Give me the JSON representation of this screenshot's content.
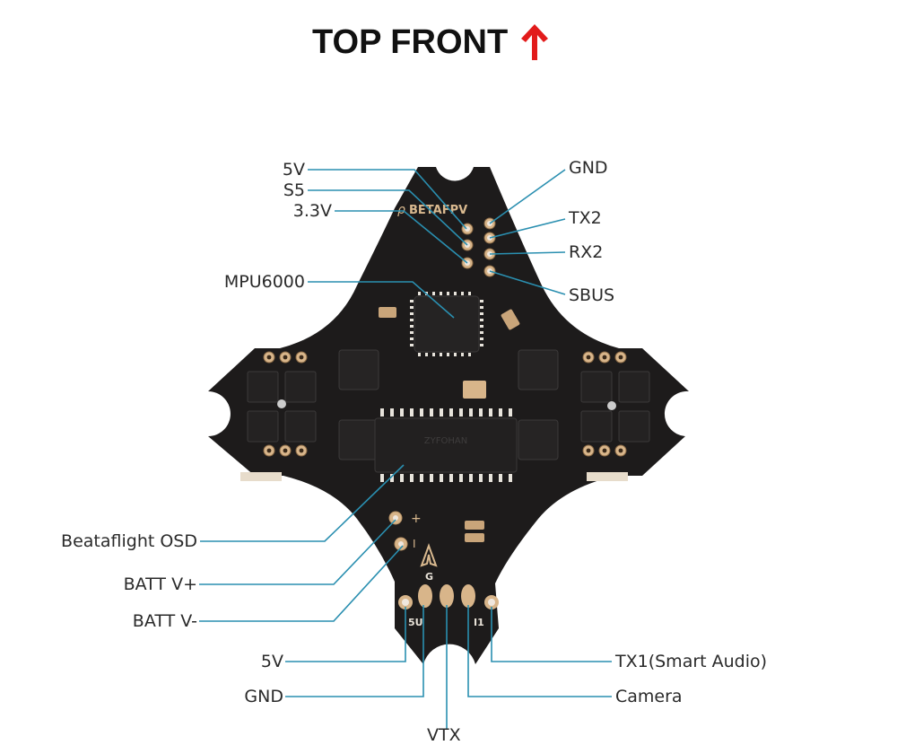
{
  "title": {
    "text": "TOP FRONT",
    "arrow_icon": "up-arrow",
    "arrow_color": "#e21b1b"
  },
  "board": {
    "brand_silkscreen": "BETAFPV",
    "chip_marking": "ZYFOHAN",
    "pcb_color": "#1c1a1a",
    "pad_color": "#d8b58a",
    "leader_line_color": "#2a8fb0",
    "pad_silkscreen": {
      "plus": "+",
      "minus": "I",
      "g": "G",
      "fiveV": "5U",
      "t1": "I1"
    }
  },
  "labels": {
    "top_left": [
      {
        "id": "5v-top",
        "text": "5V"
      },
      {
        "id": "s5",
        "text": "S5"
      },
      {
        "id": "3v3",
        "text": "3.3V"
      },
      {
        "id": "mpu",
        "text": "MPU6000"
      }
    ],
    "top_right": [
      {
        "id": "gnd-top",
        "text": "GND"
      },
      {
        "id": "tx2",
        "text": "TX2"
      },
      {
        "id": "rx2",
        "text": "RX2"
      },
      {
        "id": "sbus",
        "text": "SBUS"
      }
    ],
    "left": [
      {
        "id": "osd",
        "text": "Beataflight OSD"
      },
      {
        "id": "batt-plus",
        "text": "BATT V+"
      },
      {
        "id": "batt-minus",
        "text": "BATT V-"
      },
      {
        "id": "5v-bottom",
        "text": "5V"
      },
      {
        "id": "gnd-bottom",
        "text": "GND"
      }
    ],
    "bottom": [
      {
        "id": "vtx",
        "text": "VTX"
      }
    ],
    "right": [
      {
        "id": "tx1",
        "text": "TX1(Smart Audio)"
      },
      {
        "id": "camera",
        "text": "Camera"
      }
    ]
  }
}
